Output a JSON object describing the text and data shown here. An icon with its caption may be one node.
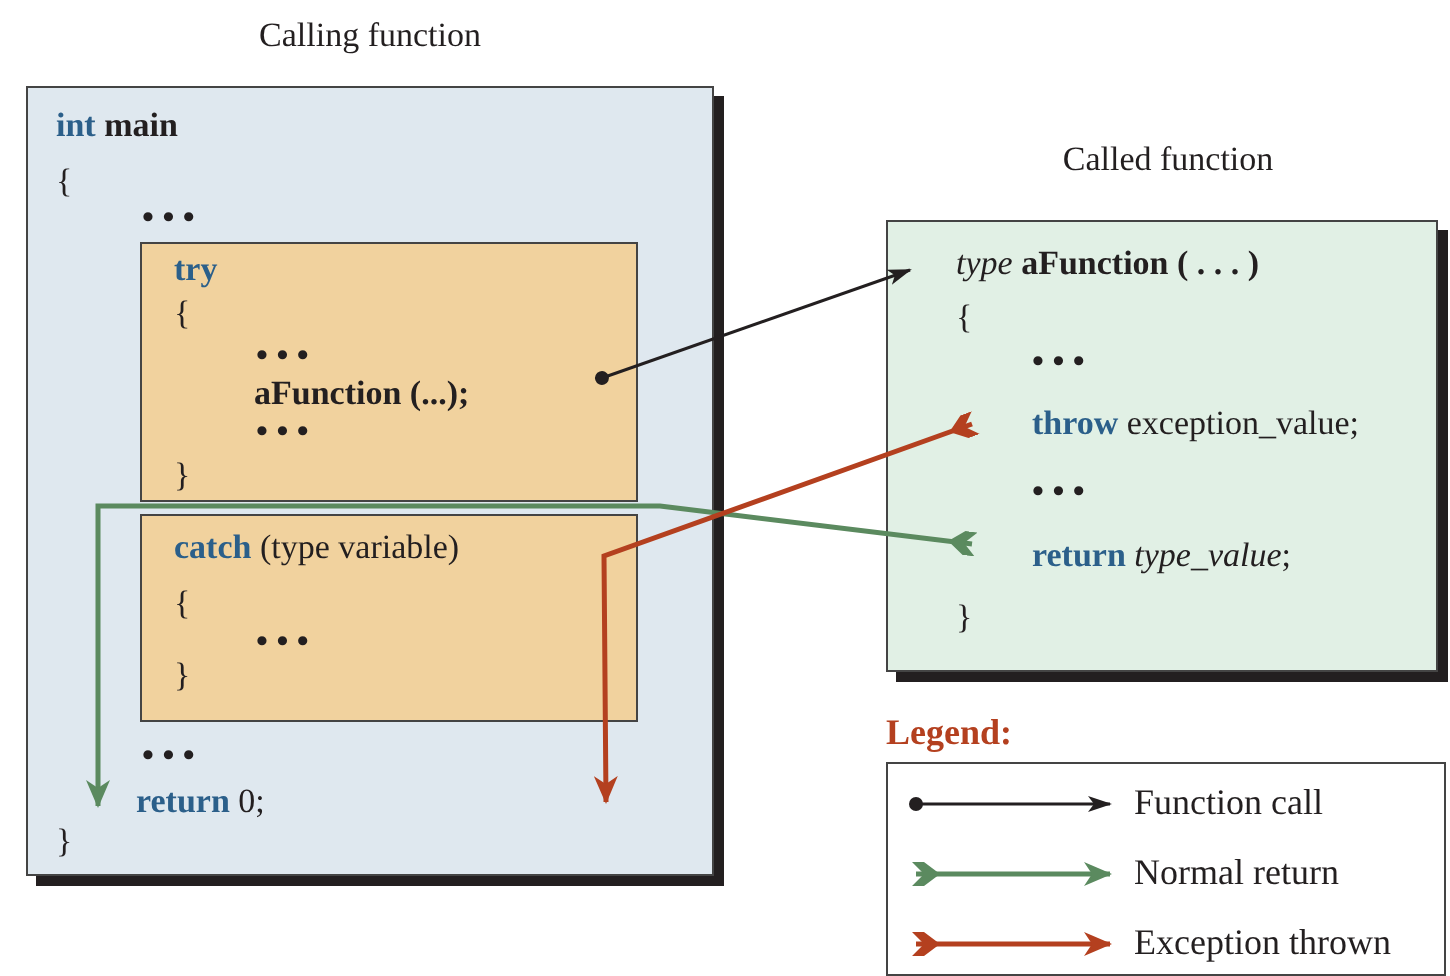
{
  "diagram": {
    "nodes": [
      {
        "text": [
          "Calling function",
          "**int** main",
          "{",
          "• • •",
          "• • •",
          "**return** 0;",
          "}"
        ]
      },
      {
        "text": [
          "**try**",
          "{",
          "• • •",
          "aFunction (...);",
          "• • •",
          "}"
        ],
        "in": 0
      },
      {
        "text": [
          "**catch** (type variable)",
          "{",
          "• • •",
          "}"
        ],
        "in": 0
      },
      {
        "text": [
          "Called function",
          "*type* **aFunction ( . . . )**",
          "{",
          "• • •",
          "**throw** exception_value;",
          "• • •",
          "**return** *type_value*;",
          "}"
        ]
      }
    ],
    "edges": [
      {
        "from": 1,
        "to": 3,
        "arrow": "to"
      },
      {
        "from": 3,
        "to": 0,
        "arrow": "to",
        "color": "#5b8a5f"
      },
      {
        "from": 3,
        "to": 2,
        "arrow": "to",
        "color": "#b4401f"
      }
    ],
    "labels": [
      "Legend:"
    ],
    "legend": [
      {
        "text": "Function call"
      },
      {
        "text": "Normal return"
      },
      {
        "text": "Exception thrown"
      }
    ]
  }
}
